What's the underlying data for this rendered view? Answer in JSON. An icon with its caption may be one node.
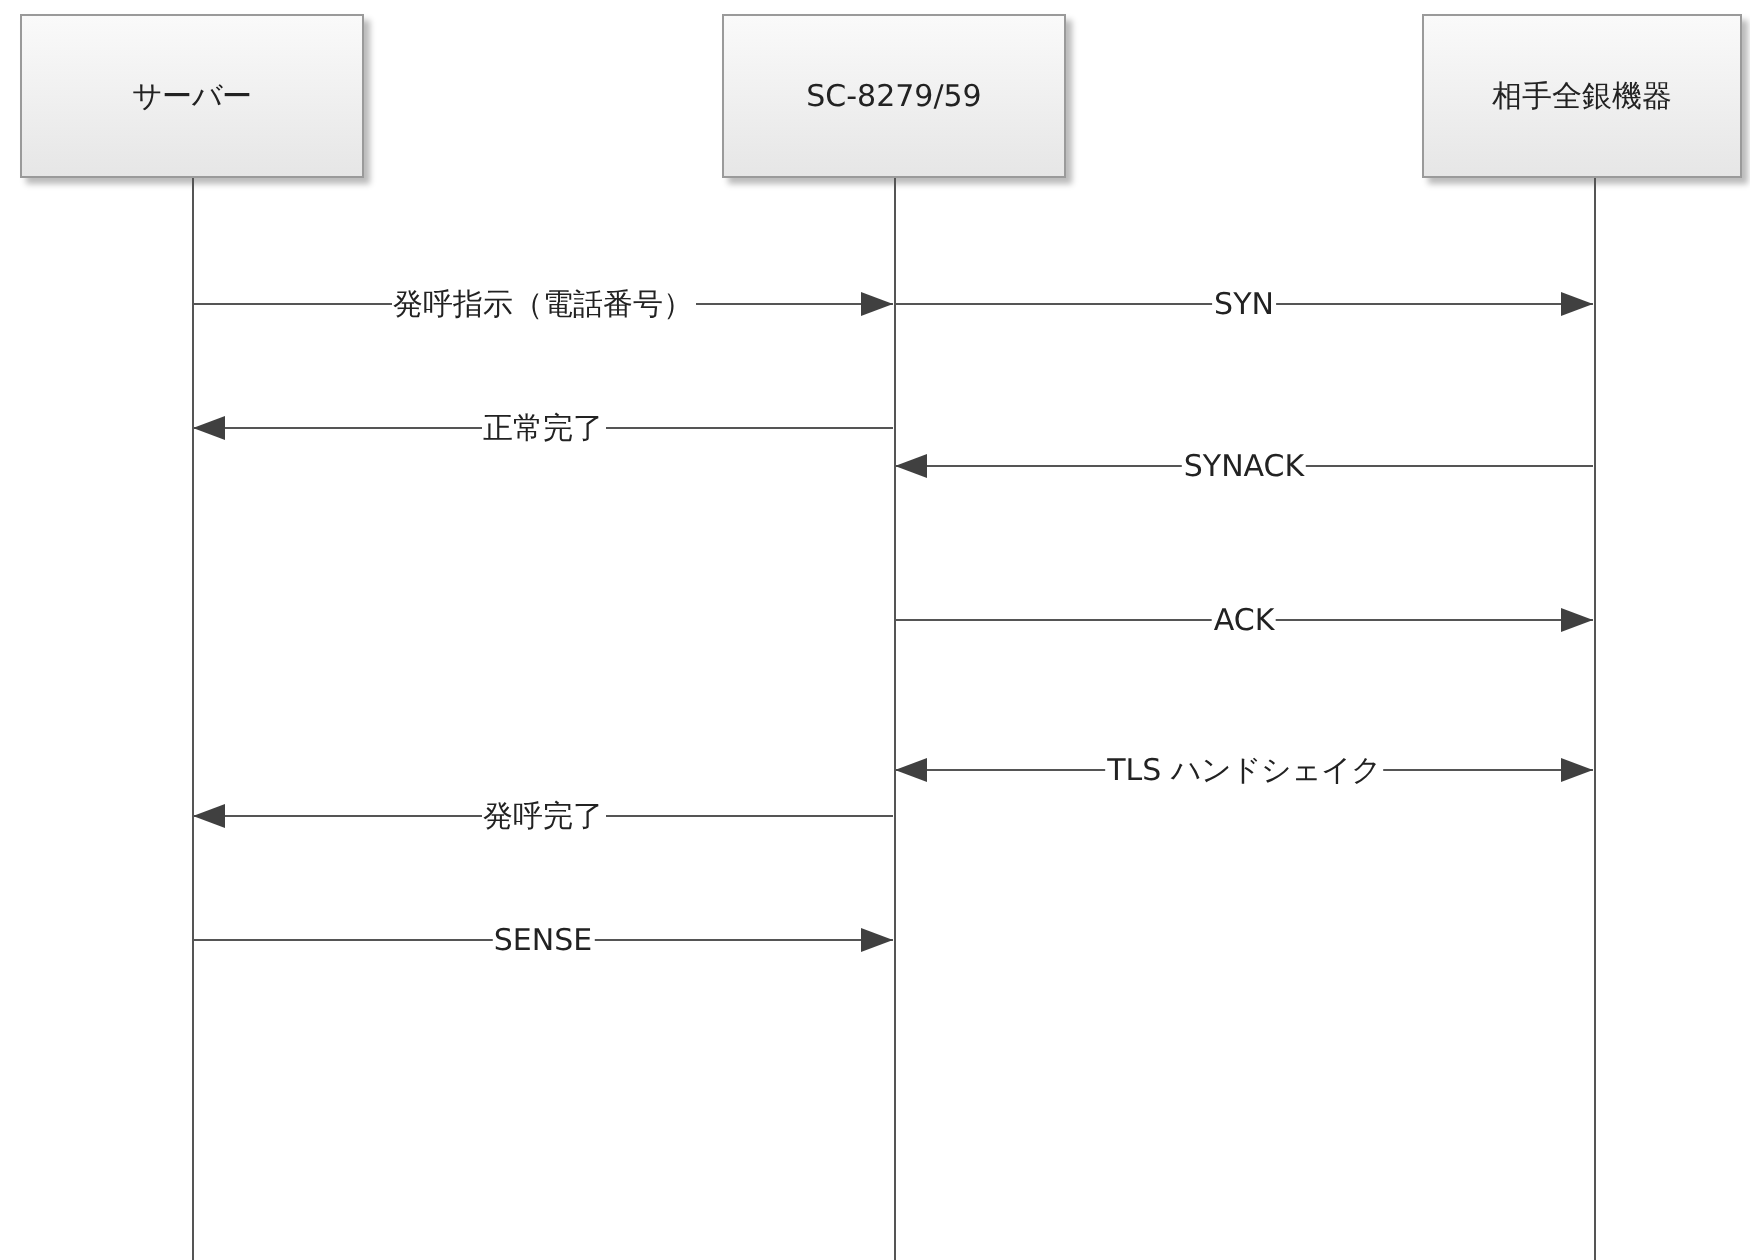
{
  "diagram": {
    "nodes": [
      {
        "text": [
          "サーバー"
        ]
      },
      {
        "text": [
          "SC-8279/59"
        ]
      },
      {
        "text": [
          "相手全銀機器"
        ]
      },
      {
        "text": [],
        "shape": "bar"
      },
      {
        "text": [],
        "shape": "bar"
      },
      {
        "text": [],
        "shape": "bar"
      }
    ],
    "edges": [
      {
        "from": 3,
        "to": 4,
        "arrow": "to",
        "label": "発呼指示（電話番号）"
      },
      {
        "from": 4,
        "to": 5,
        "arrow": "to",
        "label": "SYN"
      },
      {
        "from": 4,
        "to": 3,
        "arrow": "to",
        "label": "正常完了"
      },
      {
        "from": 5,
        "to": 4,
        "arrow": "to",
        "label": "SYNACK"
      },
      {
        "from": 4,
        "to": 5,
        "arrow": "to",
        "label": "ACK"
      },
      {
        "from": 4,
        "to": 5,
        "arrow": "both",
        "label": "TLS ハンドシェイク"
      },
      {
        "from": 4,
        "to": 3,
        "arrow": "to",
        "label": "発呼完了"
      },
      {
        "from": 3,
        "to": 4,
        "arrow": "to",
        "label": "SENSE"
      }
    ]
  }
}
